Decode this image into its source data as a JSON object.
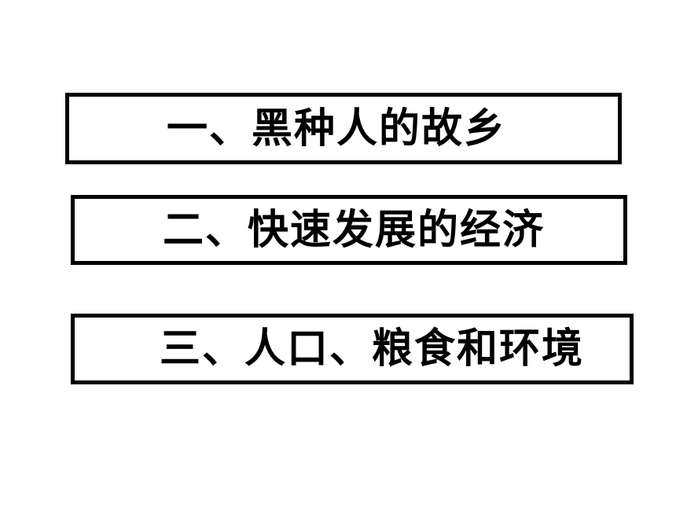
{
  "outline": {
    "items": [
      {
        "label": "一、黑种人的故乡"
      },
      {
        "label": "二、快速发展的经济"
      },
      {
        "label": "三、人口、粮食和环境"
      }
    ]
  },
  "colors": {
    "border": "#000000",
    "text": "#000000",
    "background": "#ffffff"
  }
}
